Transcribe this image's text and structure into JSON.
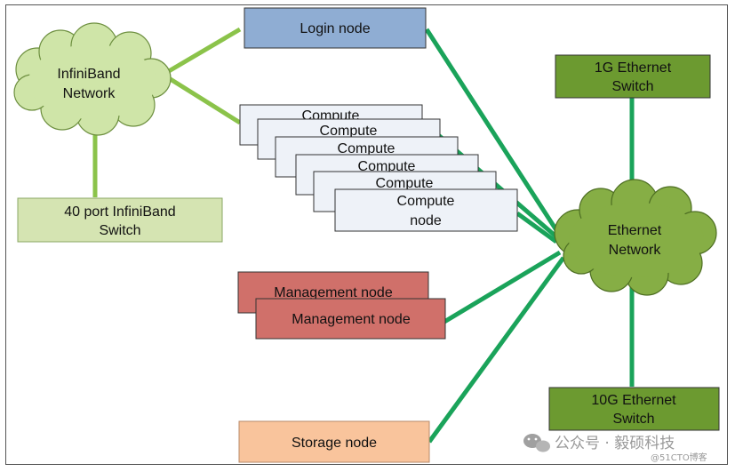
{
  "diagram": {
    "login_node": "Login node",
    "compute_label": "Compute",
    "compute_front": [
      "Compute",
      "node"
    ],
    "infiniband_network": [
      "InfiniBand",
      "Network"
    ],
    "infiniband_switch": [
      "40 port InfiniBand",
      "Switch"
    ],
    "management_back": "Management node",
    "management_front": "Management node",
    "storage_node": "Storage node",
    "ethernet_1g_switch": [
      "1G Ethernet",
      "Switch"
    ],
    "ethernet_network": [
      "Ethernet",
      "Network"
    ],
    "ethernet_10g_switch": [
      "10G Ethernet",
      "Switch"
    ]
  },
  "watermark": {
    "text": "公众号 · 毅硕科技",
    "small": "@51CTO博客"
  },
  "colors": {
    "infiniband_line": "#8bc34a",
    "ethernet_line": "#1aa35a",
    "cloud_infiniband": "#cfe5a8",
    "cloud_ethernet": "#86ae45",
    "login": "#8fadd3",
    "compute": "#eef2f8",
    "management": "#d0706a",
    "storage": "#f9c49c",
    "switch_ib": "#d5e4b2",
    "switch_eth": "#6c9a30"
  }
}
